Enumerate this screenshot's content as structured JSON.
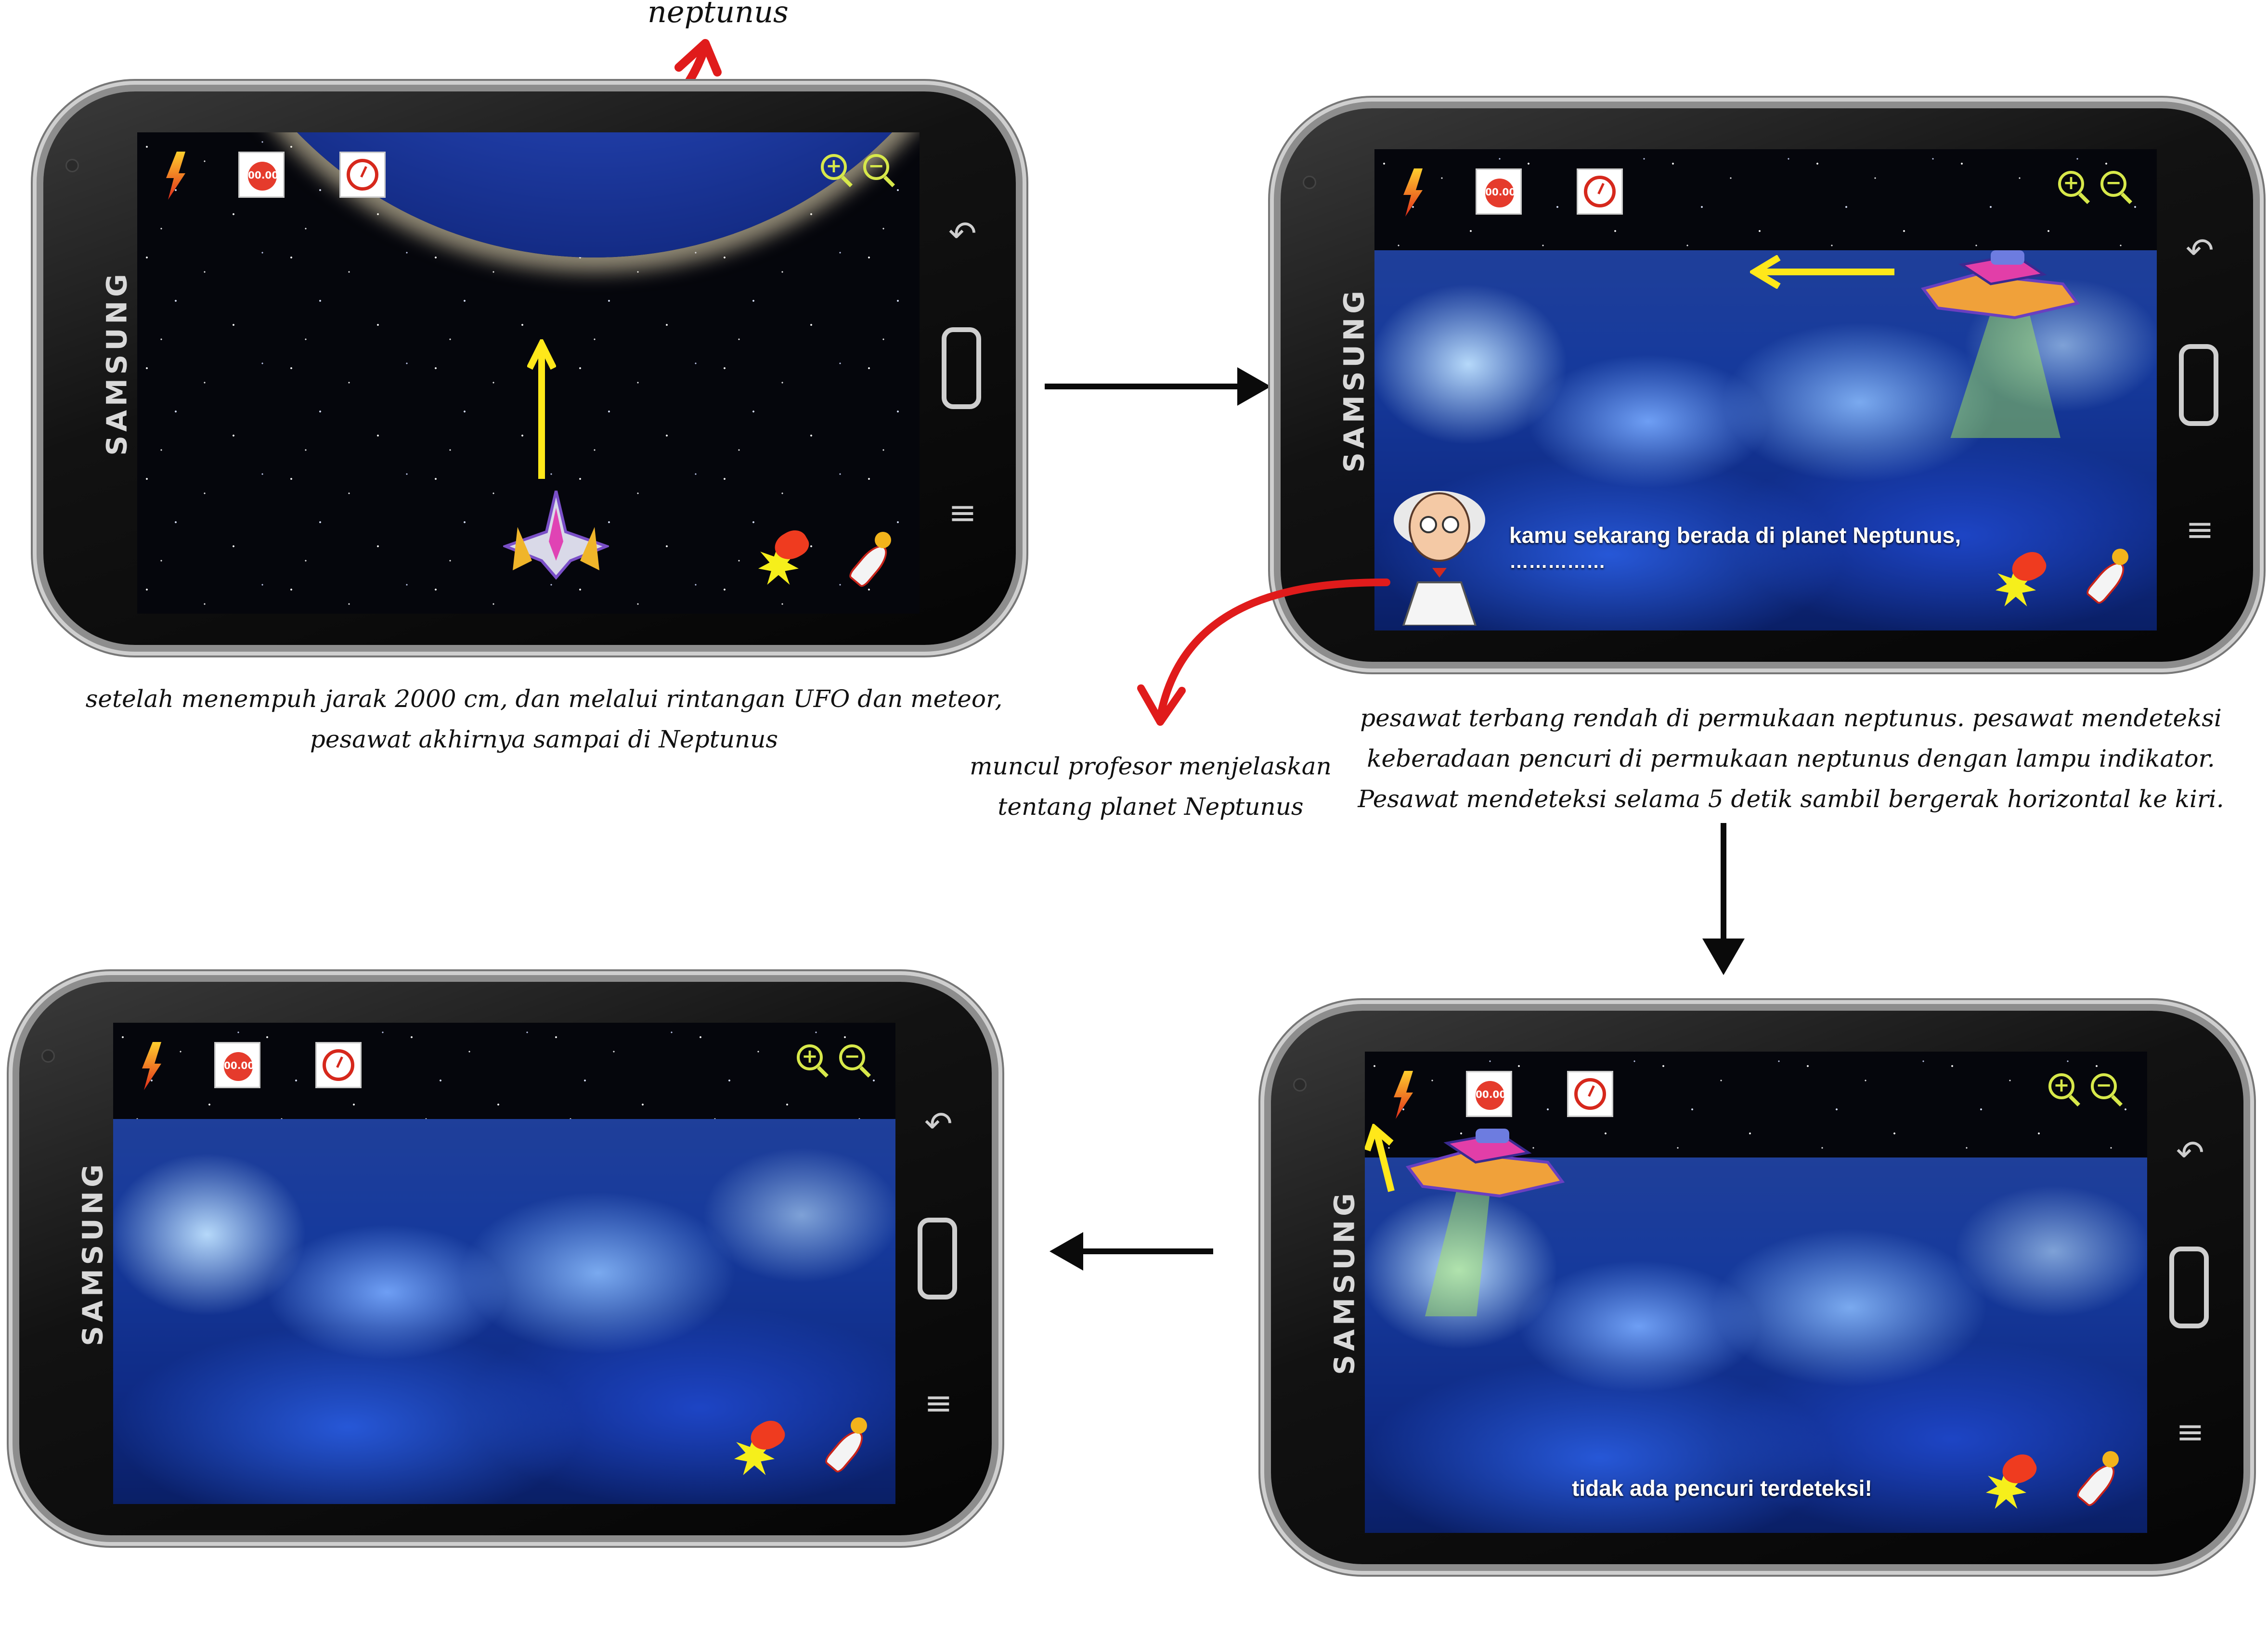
{
  "labels": {
    "top_planet": "neptunus"
  },
  "captions": {
    "step1_line1": "setelah menempuh jarak 2000 cm, dan melalui rintangan UFO dan meteor,",
    "step1_line2": "pesawat akhirnya sampai di Neptunus",
    "professor_line1": "muncul profesor menjelaskan",
    "professor_line2": "tentang planet Neptunus",
    "step2_line1": "pesawat terbang rendah di permukaan neptunus. pesawat mendeteksi",
    "step2_line2": "keberadaan pencuri di permukaan neptunus dengan lampu indikator.",
    "step2_line3": "Pesawat mendeteksi selama 5 detik sambil bergerak horizontal ke kiri."
  },
  "phone": {
    "brand": "SAMSUNG",
    "back_icon": "back-icon",
    "menu_icon": "menu-icon"
  },
  "hud": {
    "timer_text": "00.00",
    "bolt_icon": "lightning-icon",
    "gauge_icon": "speedometer-icon",
    "zoom_in_icon": "zoom-in-icon",
    "zoom_out_icon": "zoom-out-icon",
    "zoom_in_glyph": "+",
    "zoom_out_glyph": "−",
    "fire_icon": "fire-burst-icon",
    "rocket_icon": "rocket-icon"
  },
  "dialogs": {
    "professor_line1": "kamu sekarang berada di planet Neptunus,",
    "professor_line2": "……………",
    "detection_result": "tidak ada pencuri terdeteksi!"
  },
  "colors": {
    "hud_accent": "#d7e84a",
    "guide_arrow": "#ffe81a",
    "annotation_arrow": "#e01b1b",
    "flow_arrow": "#0a0a0a"
  }
}
